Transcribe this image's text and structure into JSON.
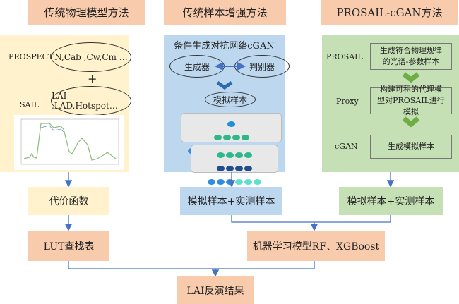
{
  "headers": [
    "传统物理模型方法",
    "传统样本增强方法",
    "PROSAIL-cGAN方法"
  ],
  "left_panel": {
    "prospect": "PROSPECT",
    "prospect_params": "N,Cab ,Cw,Cm …",
    "plus": "+",
    "sail": "SAIL",
    "sail_params": "LAI ,LAD,Hotspot…"
  },
  "mid_panel": {
    "title": "条件生成对抗网络cGAN",
    "generator": "生成器",
    "discriminator": "判别器",
    "sim": "模拟样本"
  },
  "right_panel": {
    "rows": [
      {
        "label": "PROSAIL",
        "text": "生成符合物理规律的光谱-参数样本"
      },
      {
        "label": "Proxy",
        "text": "构建可积的代理模型对PROSAIL进行模拟"
      },
      {
        "label": "cGAN",
        "text": "生成模拟样本"
      }
    ]
  },
  "row2": {
    "cost": "代价函数",
    "mid": "模拟样本+实测样本",
    "right": "模拟样本+实测样本"
  },
  "row3": {
    "lut": "LUT查找表",
    "ml": "机器学习模型RF、XGBoost"
  },
  "result": "LAI反演结果"
}
